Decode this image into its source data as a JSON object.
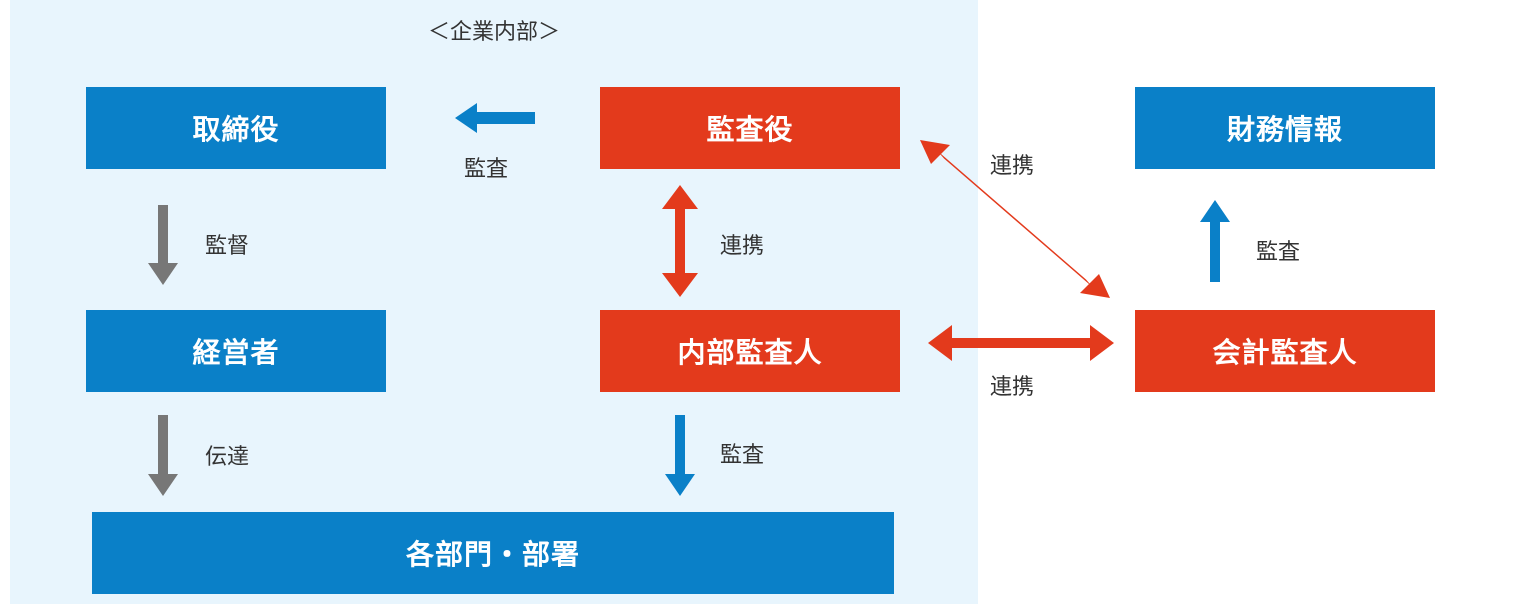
{
  "region": {
    "label": "＜企業内部＞",
    "color": "#e8f5fd"
  },
  "colors": {
    "blue": "#0a80c8",
    "red": "#e33a1c",
    "gray": "#777777",
    "text": "#333333"
  },
  "nodes": {
    "directors": "取締役",
    "auditors": "監査役",
    "financial_info": "財務情報",
    "management": "経営者",
    "internal_auditor": "内部監査人",
    "accounting_auditor": "会計監査人",
    "departments": "各部門・部署"
  },
  "edges": {
    "auditors_to_directors": "監査",
    "directors_to_management": "監督",
    "management_to_departments": "伝達",
    "auditors_internal_link": "連携",
    "internal_to_departments": "監査",
    "auditors_accounting_link": "連携",
    "internal_accounting_link": "連携",
    "accounting_to_financial": "監査"
  }
}
